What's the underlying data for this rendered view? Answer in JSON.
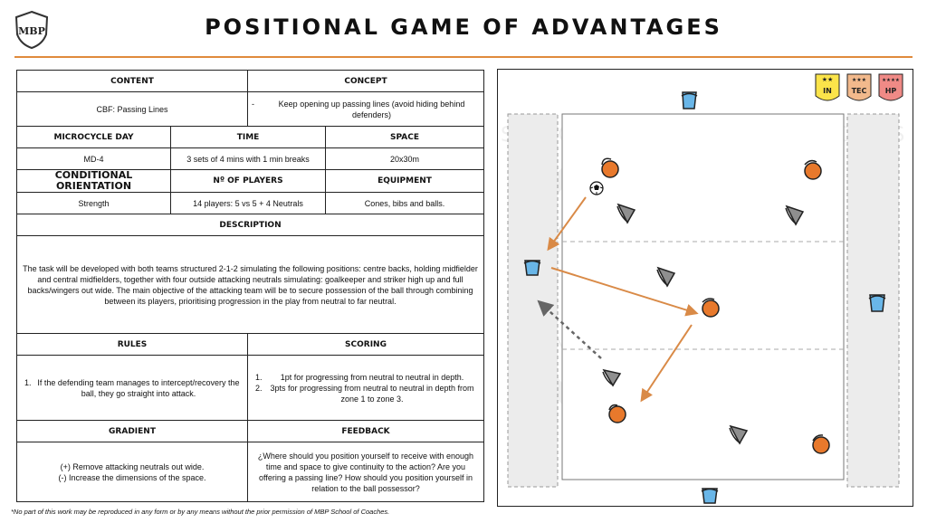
{
  "header": {
    "logo_text": "MBP",
    "title": "POSITIONAL GAME OF ADVANTAGES"
  },
  "content": {
    "label": "CONTENT",
    "value": "CBF: Passing Lines"
  },
  "concept": {
    "label": "CONCEPT",
    "bullet": "-",
    "value": "Keep opening up passing lines (avoid hiding behind defenders)"
  },
  "microcycle": {
    "label": "MICROCYCLE DAY",
    "value": "MD-4"
  },
  "time": {
    "label": "TIME",
    "value": "3 sets of 4 mins with 1 min breaks"
  },
  "space": {
    "label": "SPACE",
    "value": "20x30m"
  },
  "orientation": {
    "label": "CONDITIONAL ORIENTATION",
    "value": "Strength"
  },
  "players": {
    "label": "Nº OF PLAYERS",
    "value": "14 players: 5 vs 5 + 4 Neutrals"
  },
  "equipment": {
    "label": "EQUIPMENT",
    "value": "Cones, bibs and balls."
  },
  "description": {
    "label": "DESCRIPTION",
    "text": "The task will be developed with both teams structured 2-1-2 simulating the following positions: centre backs, holding midfielder and central midfielders, together with four outside attacking neutrals simulating: goalkeeper and striker high up and full backs/wingers out wide. The main objective of the attacking team will be to secure possession of the ball through combining between its players, prioritising progression in the play from neutral to far neutral."
  },
  "rules": {
    "label": "RULES",
    "items": [
      "If the defending team manages to intercept/recovery the ball, they go straight into attack."
    ]
  },
  "scoring": {
    "label": "SCORING",
    "items": [
      "1pt for progressing from neutral to neutral in depth.",
      "3pts for progressing from neutral to neutral in depth from zone 1 to zone 3."
    ]
  },
  "gradient": {
    "label": "GRADIENT",
    "items": [
      "(+) Remove attacking neutrals out wide.",
      "(-) Increase the dimensions of the space."
    ]
  },
  "feedback": {
    "label": "FEEDBACK",
    "text": "¿Where should you position yourself to receive with enough time and space to give continuity to the action? Are you offering a passing line? How should you position yourself in relation to the ball possessor?"
  },
  "levels": [
    {
      "label": "IN",
      "stars": "★★",
      "color": "#fbe44a"
    },
    {
      "label": "TEC",
      "stars": "★★★",
      "color": "#f2b98c"
    },
    {
      "label": "HP",
      "stars": "★★★★",
      "color": "#f08a86"
    }
  ],
  "watermark": {
    "text": "MBP SCHOOL OF COACHES · PROFESSIONALS"
  },
  "colors": {
    "accent": "#e08a3c",
    "team_orange": "#e8792c",
    "team_grey": "#8f8f8f",
    "neutral_blue": "#69b6e8",
    "pass_arrow": "#d98a47"
  },
  "footer": {
    "note": "*No part of this work may be reproduced in any form or by any means without the prior permission of MBP School of Coaches."
  }
}
